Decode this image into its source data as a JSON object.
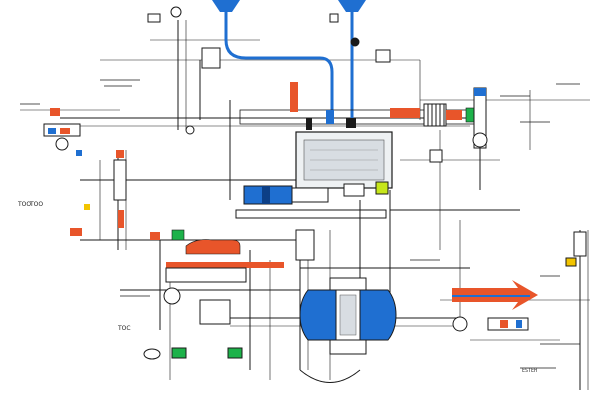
{
  "diagram": {
    "type": "process-piping-schematic",
    "colors": {
      "line": "#1a1a1a",
      "water": "#1f6fd1",
      "hot": "#e8552a",
      "ok": "#1db24a",
      "warn": "#f2c400",
      "tank": "#d8dde2",
      "panel": "#eef1f3"
    },
    "labels": {
      "left_tag": "TOO",
      "left_tag2": "TOO",
      "bottom_left_tag": "TOC",
      "right_bottom_tag": "ESTEH"
    }
  }
}
